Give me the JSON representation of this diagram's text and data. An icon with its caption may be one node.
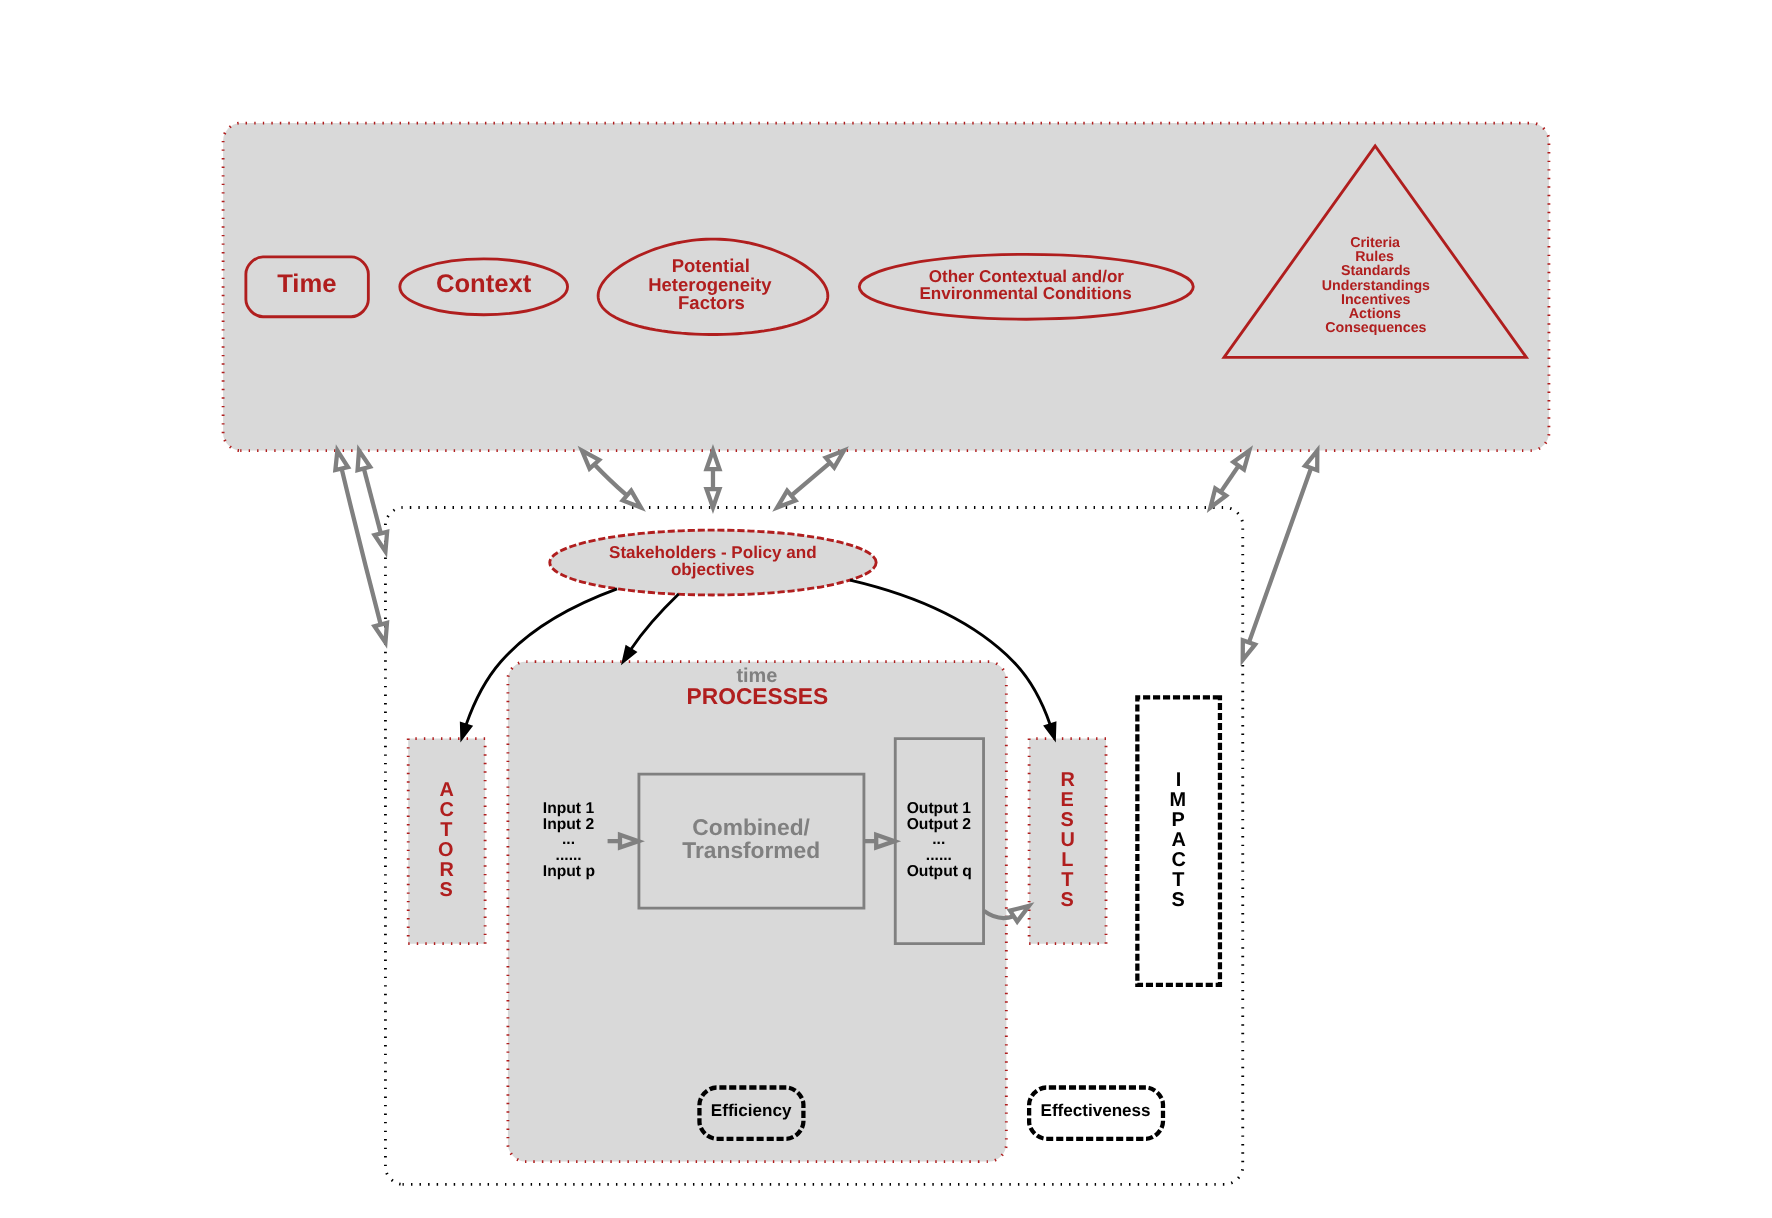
{
  "diagram": {
    "nodes": [
      {
        "text": [],
        "shape": "box"
      },
      {
        "text": [
          "Time"
        ],
        "in": 0
      },
      {
        "text": [
          "Other Contextual and/or Environmental Conditions"
        ],
        "in": 0
      },
      {
        "text": [
          "Potential Heterogeneity Factors"
        ],
        "in": 0
      },
      {
        "text": [
          "Context"
        ],
        "in": 0
      },
      {
        "text": [
          "Criteria",
          "Rules",
          "Standards",
          "Understandings",
          "Incentives",
          "Actions",
          "Consequences"
        ],
        "in": 0
      },
      {
        "text": [],
        "shape": "box"
      },
      {
        "text": [
          "Stakeholders - Policy and objectives"
        ],
        "in": 6
      },
      {
        "text": [
          "A C T O R S"
        ],
        "in": 6
      },
      {
        "text": [
          "time",
          "PROCESSES"
        ],
        "in": 6
      },
      {
        "text": [
          "Input 1",
          "Input 2",
          "...",
          "......",
          "Input p"
        ],
        "in": 9
      },
      {
        "text": [
          "Combined/ Transformed"
        ],
        "in": 9
      },
      {
        "text": [
          "Output 1",
          "Output 2",
          "...",
          "......",
          "Output q"
        ],
        "in": 9
      },
      {
        "text": [
          "Efficiency"
        ],
        "in": 9
      },
      {
        "text": [
          "R E S U L T S"
        ],
        "in": 6
      },
      {
        "text": [
          "Effectiveness"
        ],
        "in": 6
      },
      {
        "text": [
          "I M P A C T S"
        ],
        "in": 6
      }
    ],
    "edges": [
      {
        "from": 0,
        "to": 6,
        "arrow": "both"
      },
      {
        "from": 0,
        "to": 6,
        "arrow": "both"
      },
      {
        "from": 0,
        "to": 6,
        "arrow": "both"
      },
      {
        "from": 0,
        "to": 6,
        "arrow": "both"
      },
      {
        "from": 0,
        "to": 6,
        "arrow": "both"
      },
      {
        "from": 0,
        "to": 6,
        "arrow": "both"
      },
      {
        "from": 0,
        "to": 6,
        "arrow": "both"
      },
      {
        "from": 7,
        "to": 8,
        "arrow": "to",
        "color": "#000000"
      },
      {
        "from": 7,
        "to": 9,
        "arrow": "to",
        "color": "#000000"
      },
      {
        "from": 7,
        "to": 14,
        "arrow": "to",
        "color": "#000000"
      },
      {
        "from": 10,
        "to": 11,
        "arrow": "to"
      },
      {
        "from": 11,
        "to": 12,
        "arrow": "to"
      },
      {
        "from": 12,
        "to": 14,
        "arrow": "to"
      }
    ]
  }
}
